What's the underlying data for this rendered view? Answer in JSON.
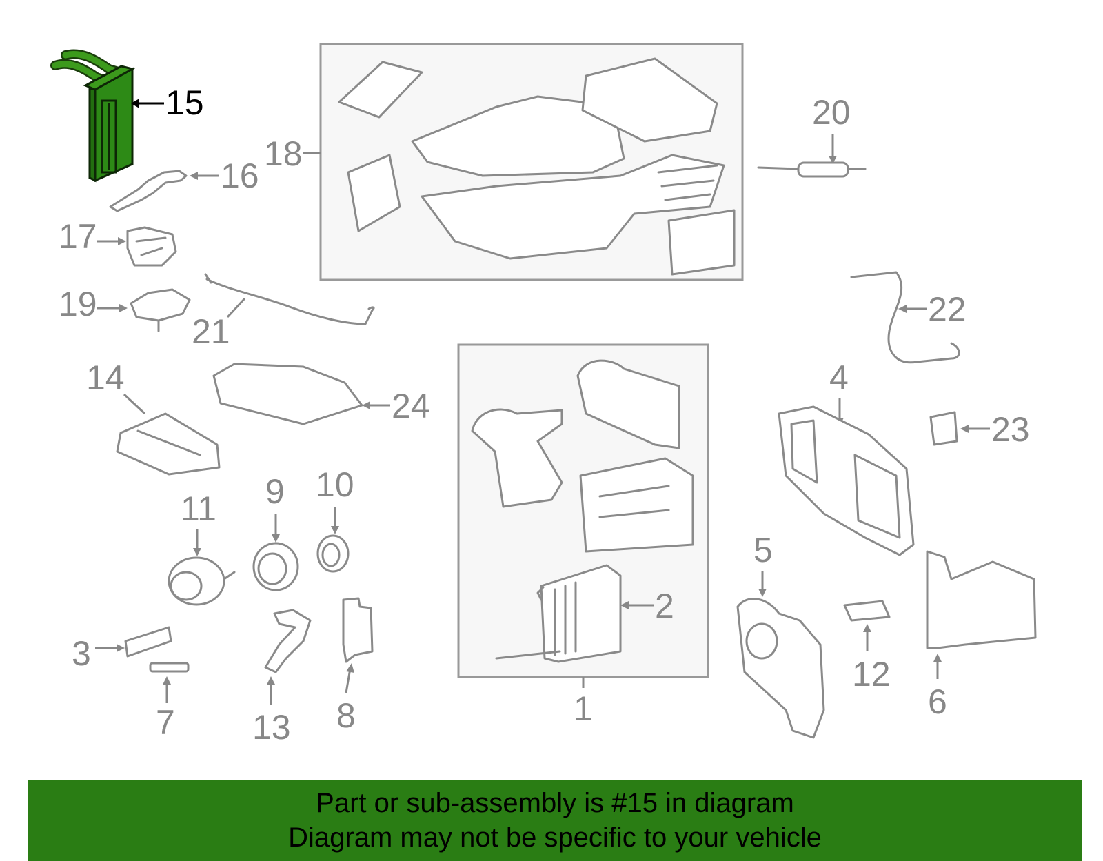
{
  "highlight_color": "#2a7d14",
  "highlighted_part": "15",
  "callouts": {
    "c1": "1",
    "c2": "2",
    "c3": "3",
    "c4": "4",
    "c5": "5",
    "c6": "6",
    "c7": "7",
    "c8": "8",
    "c9": "9",
    "c10": "10",
    "c11": "11",
    "c12": "12",
    "c13": "13",
    "c14": "14",
    "c15": "15",
    "c16": "16",
    "c17": "17",
    "c18": "18",
    "c19": "19",
    "c20": "20",
    "c21": "21",
    "c22": "22",
    "c23": "23",
    "c24": "24"
  },
  "banner": {
    "line1": "Part or sub-assembly is #15 in diagram",
    "line2": "Diagram may not be specific to your vehicle"
  }
}
